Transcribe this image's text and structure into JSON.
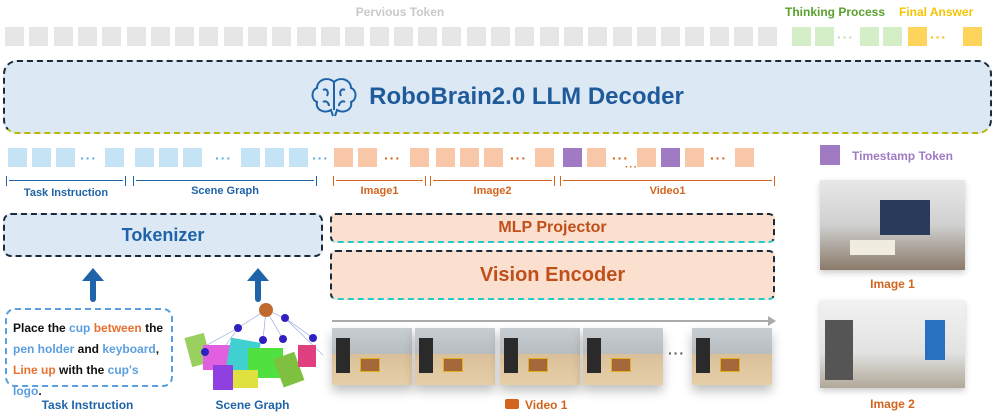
{
  "header": {
    "previous_token": "Pervious Token",
    "thinking_process": "Thinking Process",
    "final_answer": "Final Answer"
  },
  "decoder": {
    "title": "RoboBrain2.0 LLM Decoder",
    "icon": "brain-icon"
  },
  "input_groups": {
    "task_instruction": "Task Instruction",
    "scene_graph": "Scene Graph",
    "image1": "Image1",
    "image2": "Image2",
    "video1": "Video1"
  },
  "legend": {
    "timestamp_token": "Timestamp Token"
  },
  "modules": {
    "tokenizer": "Tokenizer",
    "mlp_projector": "MLP Projector",
    "vision_encoder": "Vision Encoder"
  },
  "task_text": {
    "p1": "Place the ",
    "w1": "cup",
    "w2": " between",
    "p2": " the",
    "w3": "pen holder",
    "p3": " and ",
    "w4": "keyboard",
    ",": ",",
    "w5": "Line up",
    "p4": " with the ",
    "w6": "cup's logo",
    "p5": "."
  },
  "captions": {
    "task_instruction": "Task Instruction",
    "scene_graph": "Scene Graph",
    "video1": "Video 1",
    "image1": "Image 1",
    "image2": "Image 2"
  },
  "dots": "···",
  "colors": {
    "blue": "#1f64a8",
    "orange": "#d2641e",
    "purple": "#a07bc4",
    "green": "#5aa02c",
    "yellow": "#f5c400"
  }
}
